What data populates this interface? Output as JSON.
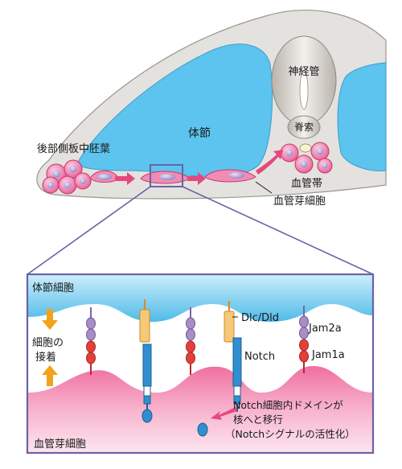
{
  "top": {
    "neural_tube": "神経管",
    "notochord": "脊索",
    "somite": "体節",
    "lateral_mesoderm": "後部側板中胚葉",
    "dorsal_aorta": "血管帯",
    "angioblast": "血管芽細胞"
  },
  "detail": {
    "somite_cell": "体節細胞",
    "angioblast_cell": "血管芽細胞",
    "adhesion_line1": "細胞の",
    "adhesion_line2": "接着",
    "dlc_dld": "Dlc/Dld",
    "notch": "Notch",
    "jam2a": "Jam2a",
    "jam1a": "Jam1a",
    "nicd_line1": "Notch細胞内ドメインが",
    "nicd_line2": "核へと移行",
    "nicd_line3": "（Notchシグナルの活性化）"
  },
  "colors": {
    "somite_blue": "#5cc4ee",
    "embryo_gray": "#e4e2de",
    "angioblast_pink": "#ec5a90",
    "arrow_pink": "#e5487f",
    "arrow_orange": "#f3a21b",
    "frame_purple": "#6a62a8",
    "notch_blue": "#2f8fd0",
    "dlc_yellow": "#f6c978",
    "jam2a_lilac": "#a98dc4",
    "jam1a_red": "#e2403a"
  }
}
